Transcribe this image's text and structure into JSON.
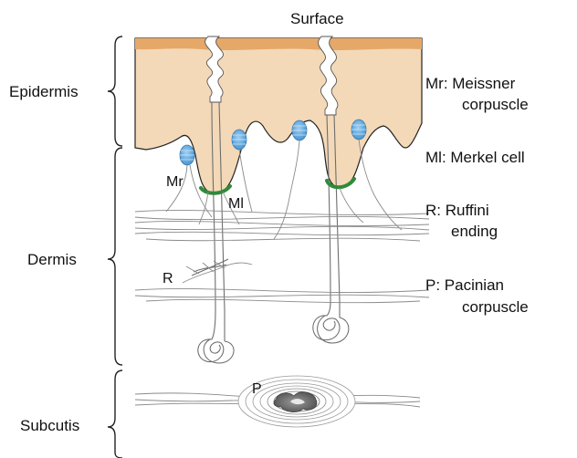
{
  "labels": {
    "surface": "Surface",
    "layers": {
      "epidermis": "Epidermis",
      "dermis": "Dermis",
      "subcutis": "Subcutis"
    },
    "markers": {
      "mr": "Mr",
      "ml": "Ml",
      "r": "R",
      "p": "P"
    },
    "legend": {
      "mr_line1": "Mr: Meissner",
      "mr_line2": "corpuscle",
      "ml_line1": "Ml: Merkel cell",
      "r_line1": "R: Ruffini",
      "r_line2": "ending",
      "p_line1": "P: Pacinian",
      "p_line2": "corpuscle"
    }
  },
  "colors": {
    "epidermis_fill": "#f3d9b8",
    "stratum_corneum": "#e6a868",
    "meissner_blue": "#5aa4dc",
    "merkel_green": "#2f8a3a",
    "pacinian_core": "#6e6e6e"
  }
}
